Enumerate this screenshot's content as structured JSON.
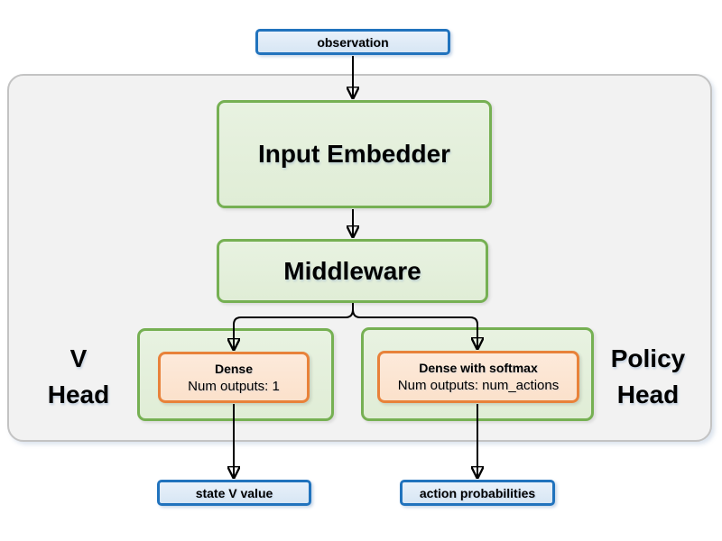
{
  "diagram": {
    "observation": {
      "label": "observation"
    },
    "input_embedder": {
      "label": "Input Embedder"
    },
    "middleware": {
      "label": "Middleware"
    },
    "v_head": {
      "title_line1": "V",
      "title_line2": "Head",
      "layer": {
        "name": "Dense",
        "outputs": "Num outputs: 1"
      }
    },
    "policy_head": {
      "title_line1": "Policy",
      "title_line2": "Head",
      "layer": {
        "name": "Dense with softmax",
        "outputs": "Num outputs: num_actions"
      }
    },
    "outputs": {
      "v_value": {
        "label": "state V value"
      },
      "action_probs": {
        "label": "action probabilities"
      }
    },
    "colors": {
      "blue_border": "#2173bd",
      "blue_fill": "#dceaf7",
      "green_border": "#76b053",
      "green_fill": "#e4efdb",
      "orange_border": "#e8823a",
      "orange_fill": "#fbe4d0",
      "container_fill": "#f2f2f2",
      "container_border": "#c3c3c3",
      "arrow": "#000000"
    }
  }
}
